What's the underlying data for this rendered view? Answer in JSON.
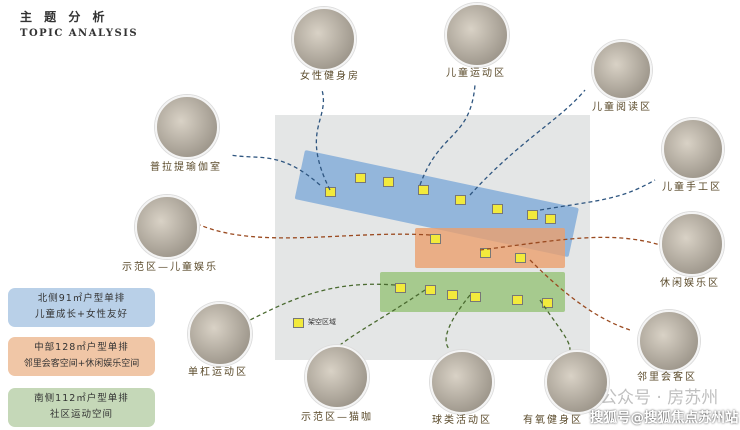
{
  "header": {
    "title": "主 题 分 析",
    "subtitle": "TOPIC ANALYSIS"
  },
  "spaces": [
    {
      "label": "女性健身房"
    },
    {
      "label": "儿童运动区"
    },
    {
      "label": "儿童阅读区"
    },
    {
      "label": "普拉提瑜伽室"
    },
    {
      "label": "儿童手工区"
    },
    {
      "label": "示范区—儿童娱乐"
    },
    {
      "label": "休闲娱乐区"
    },
    {
      "label": "单杠运动区"
    },
    {
      "label": "示范区—猫咖"
    },
    {
      "label": "球类活动区"
    },
    {
      "label": "有氧健身区"
    },
    {
      "label": "邻里会客区"
    }
  ],
  "zones": [
    {
      "line1": "北侧91㎡户型单排",
      "line2": "儿童成长+女性友好",
      "color": "#b9d0e8"
    },
    {
      "line1": "中部128㎡户型单排",
      "line2": "邻里会客空间+休闲娱乐空间",
      "color": "#f0c6a6"
    },
    {
      "line1": "南侧112㎡户型单排",
      "line2": "社区运动空间",
      "color": "#c5d8b8"
    }
  ],
  "legend": {
    "label": "架空区域"
  },
  "watermark": {
    "line1": "公众号 · 房苏州",
    "line2": "搜狐号@搜狐焦点苏州站"
  }
}
